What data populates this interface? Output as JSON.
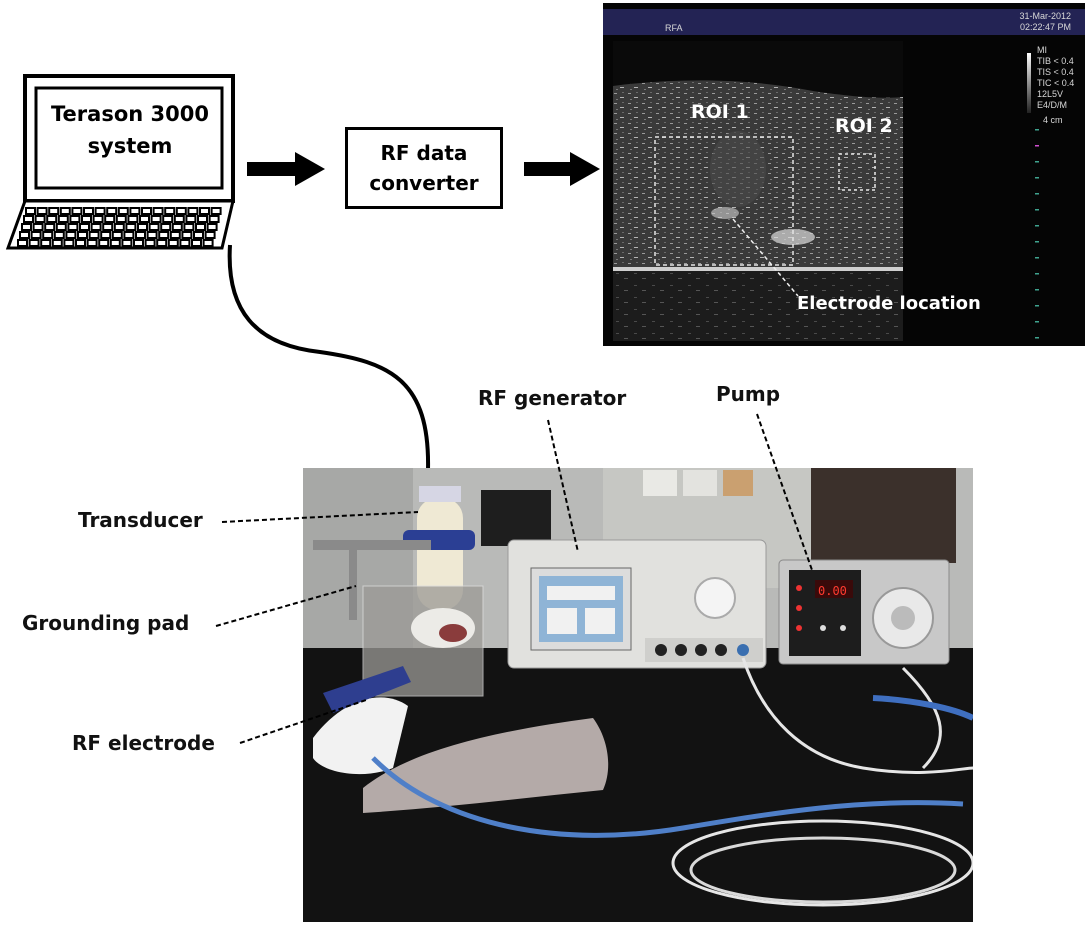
{
  "laptop": {
    "line1": "Terason 3000",
    "line2": "system"
  },
  "converter": {
    "line1": "RF data",
    "line2": "converter"
  },
  "ultrasound": {
    "header_label": "RFA",
    "date": "31-Mar-2012",
    "time": "02:22:47 PM",
    "params": [
      "MI",
      "TIB < 0.4",
      "TIS < 0.4",
      "TIC < 0.4",
      "12L5V",
      "E4/D/M"
    ],
    "depth": "4 cm",
    "roi1": "ROI 1",
    "roi2": "ROI 2",
    "electrode": "Electrode location"
  },
  "photo_labels": {
    "rf_generator": "RF generator",
    "pump": "Pump",
    "transducer": "Transducer",
    "grounding_pad": "Grounding pad",
    "rf_electrode": "RF electrode"
  },
  "pump_display": "0.00"
}
